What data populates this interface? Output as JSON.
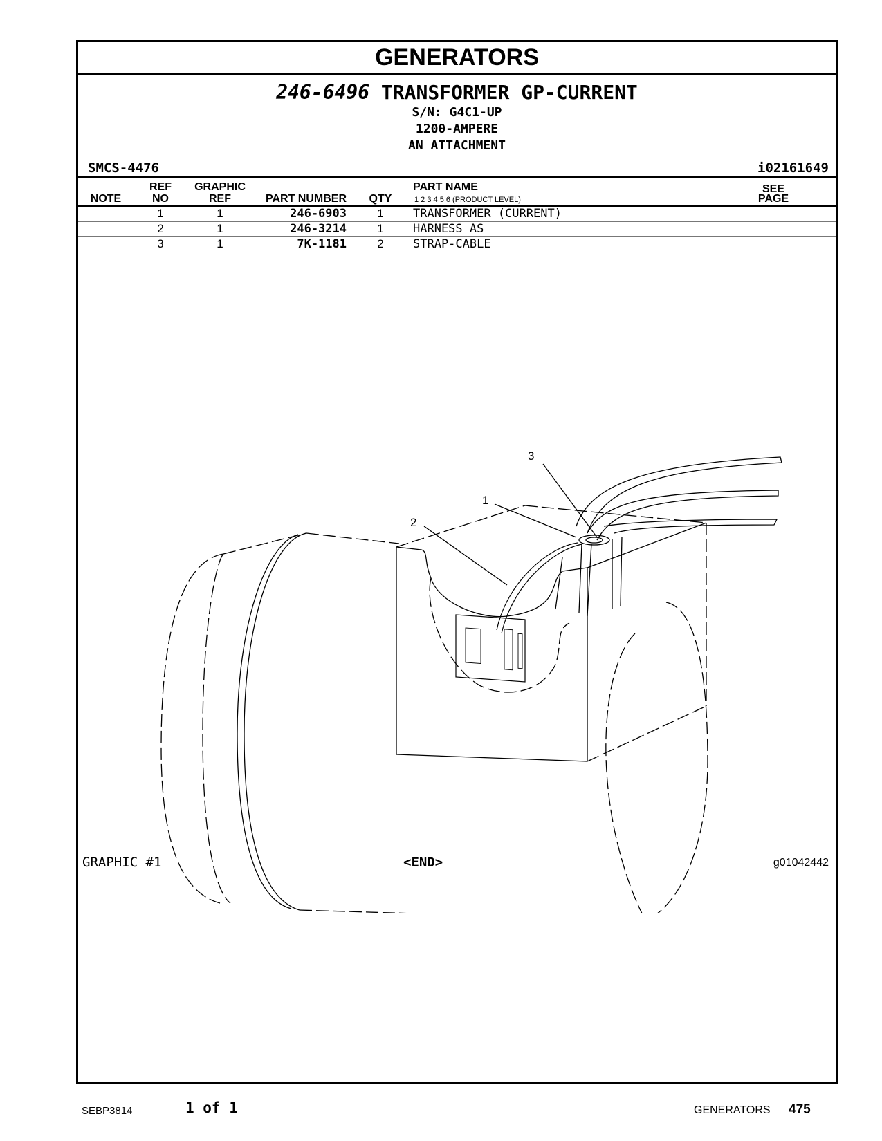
{
  "section_title": "GENERATORS",
  "header": {
    "part_number": "246-6496",
    "part_name": "TRANSFORMER GP-CURRENT",
    "serial": "S/N: G4C1-UP",
    "rating": "1200-AMPERE",
    "attachment": "AN ATTACHMENT",
    "smcs": "SMCS-4476",
    "info_id": "i02161649"
  },
  "columns": {
    "note": "NOTE",
    "ref_top": "REF",
    "ref_bottom": "NO",
    "graphic_top": "GRAPHIC",
    "graphic_bottom": "REF",
    "part_number": "PART NUMBER",
    "qty": "QTY",
    "part_name": "PART NAME",
    "levels": "1   2   3   4   5   6   (PRODUCT LEVEL)",
    "see_top": "SEE",
    "see_bottom": "PAGE"
  },
  "parts": [
    {
      "ref": "1",
      "graphic_ref": "1",
      "part_number": "246-6903",
      "qty": "1",
      "name": "TRANSFORMER (CURRENT)"
    },
    {
      "ref": "2",
      "graphic_ref": "1",
      "part_number": "246-3214",
      "qty": "1",
      "name": "HARNESS AS"
    },
    {
      "ref": "3",
      "graphic_ref": "1",
      "part_number": "7K-1181",
      "qty": "2",
      "name": "STRAP-CABLE"
    }
  ],
  "graphic": {
    "callouts": [
      "1",
      "2",
      "3"
    ],
    "label": "GRAPHIC #1",
    "end_marker": "<END>",
    "graphic_id": "g01042442"
  },
  "page_footer": {
    "doc_id": "SEBP3814",
    "page_of": "1 of 1",
    "section": "GENERATORS",
    "page_number": "475"
  }
}
